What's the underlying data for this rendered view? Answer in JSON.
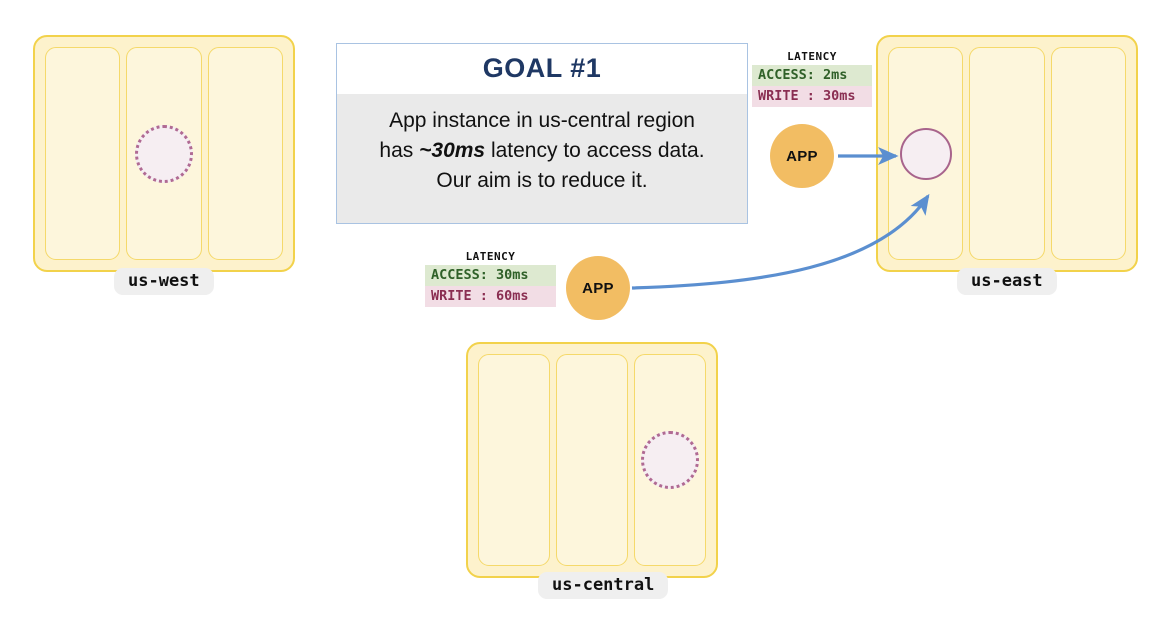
{
  "diagram": {
    "title": "Goal #1 - reduce us-central access latency",
    "accent_blue": "#5b8fd0",
    "region_border": "#f2d24b",
    "region_fill": "#fdf2cc",
    "zone_fill": "#fdf6dc",
    "app_fill": "#f2bd63",
    "primary_circle_border": "#a8648c",
    "replica_circle_border": "#b06a93",
    "circle_fill": "#f6eef2",
    "goal_title_color": "#1f3864",
    "access_bg": "#dde9d0",
    "access_fg": "#2f6028",
    "write_bg": "#f2dde5",
    "write_fg": "#8a2e52"
  },
  "regions": [
    {
      "id": "us-west",
      "label": "us-west",
      "zones": [
        "zone-a",
        "zone-b",
        "zone-c"
      ],
      "replica_zone_index": 1,
      "replica_type": "replica"
    },
    {
      "id": "us-east",
      "label": "us-east",
      "zones": [
        "zone-a",
        "zone-b",
        "zone-c"
      ],
      "replica_zone_index": 0,
      "replica_type": "primary"
    },
    {
      "id": "us-central",
      "label": "us-central",
      "zones": [
        "zone-a",
        "zone-b",
        "zone-c"
      ],
      "replica_zone_index": 2,
      "replica_type": "replica"
    }
  ],
  "apps": [
    {
      "id": "app-us-east",
      "label": "APP"
    },
    {
      "id": "app-us-central",
      "label": "APP"
    }
  ],
  "latency_panels": [
    {
      "id": "latency-us-east",
      "title": "LATENCY",
      "access_label": "ACCESS:",
      "access_value": "2ms",
      "write_label": "WRITE :",
      "write_value": "30ms",
      "access_line": "ACCESS: 2ms",
      "write_line": "WRITE : 30ms"
    },
    {
      "id": "latency-us-central",
      "title": "LATENCY",
      "access_label": "ACCESS:",
      "access_value": "30ms",
      "write_label": "WRITE :",
      "write_value": "60ms",
      "access_line": "ACCESS: 30ms",
      "write_line": "WRITE : 60ms"
    }
  ],
  "goal": {
    "title": "GOAL  #1",
    "body_line1": "App instance in us-central region",
    "body_line2_pre": "has ",
    "body_line2_hl": "~30ms",
    "body_line2_post": " latency to access data.",
    "body_line3": "Our aim is to reduce it."
  }
}
